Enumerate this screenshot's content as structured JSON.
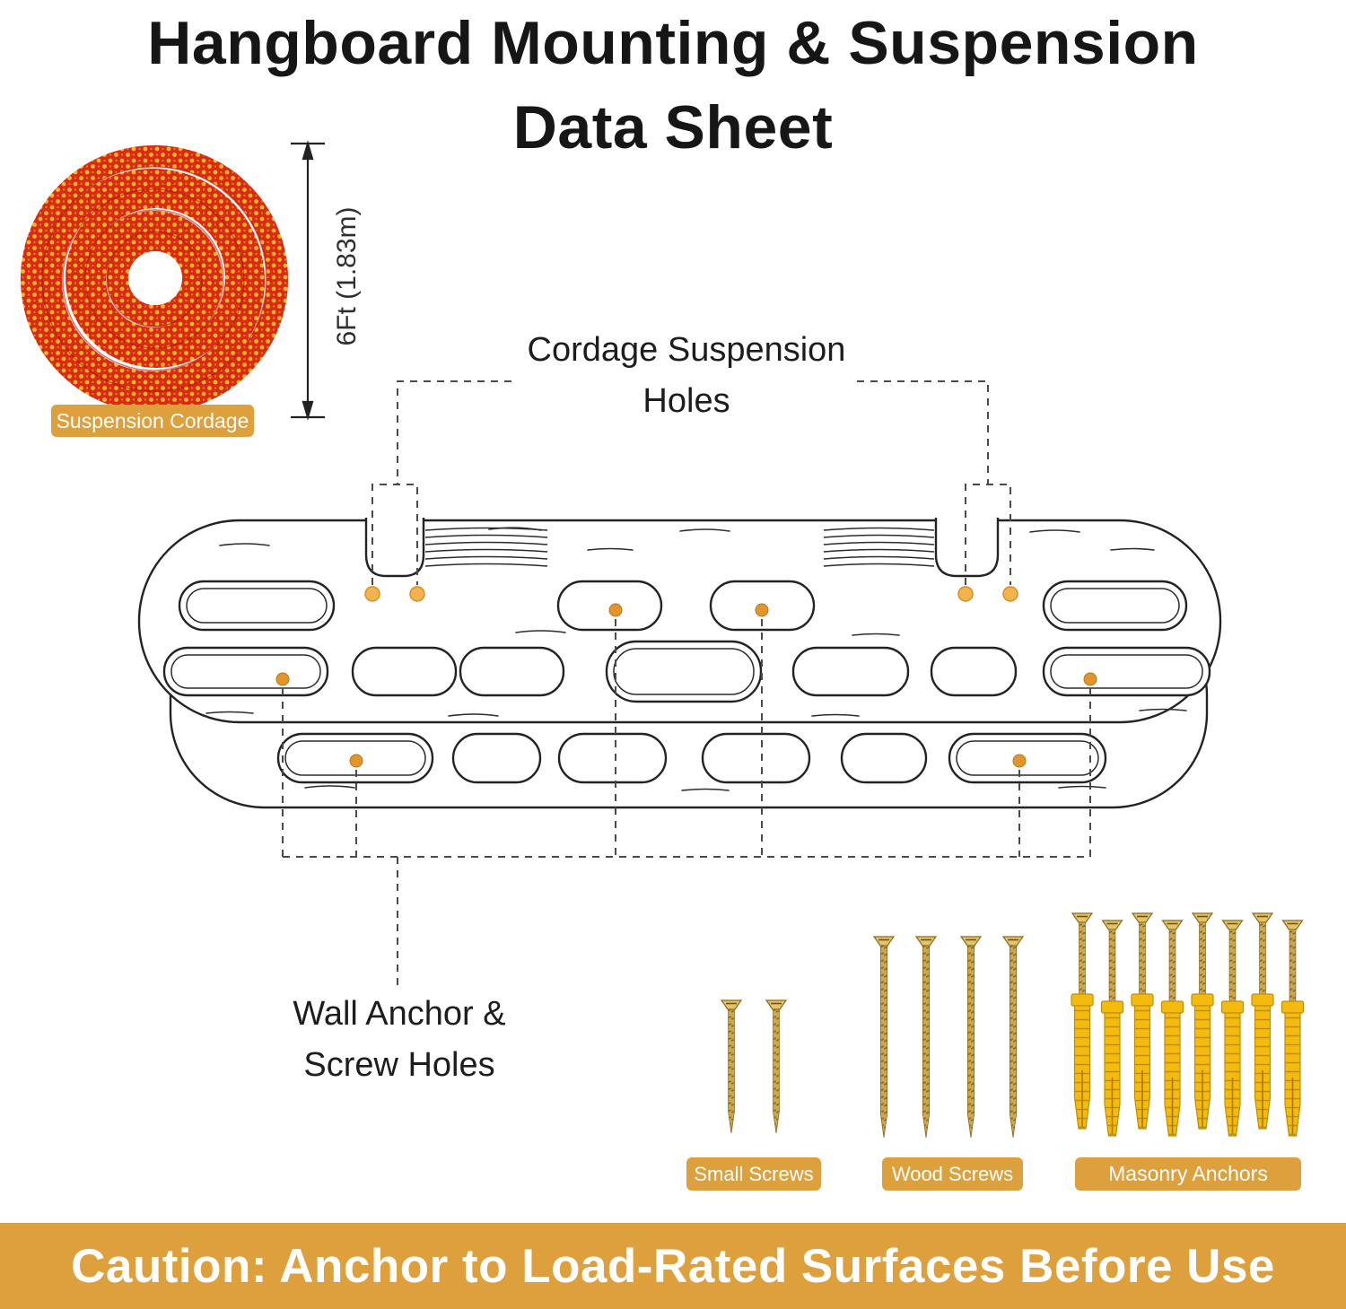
{
  "title": {
    "line1": "Hangboard Mounting & Suspension",
    "line2": "Data Sheet"
  },
  "cordage": {
    "badge": "Suspension Cordage",
    "length": "6Ft (1.83m)"
  },
  "annotations": {
    "cordage_holes": {
      "line1": "Cordage Suspension",
      "line2": "Holes"
    },
    "anchor_holes": {
      "line1": "Wall Anchor &",
      "line2": "Screw Holes"
    }
  },
  "hardware": {
    "small_screws": {
      "label": "Small Screws",
      "count": 2
    },
    "wood_screws": {
      "label": "Wood Screws",
      "count": 4
    },
    "masonry_anchors": {
      "label": "Masonry Anchors",
      "count": 8
    }
  },
  "caution": "Caution: Anchor to Load-Rated Surfaces Before Use",
  "colors": {
    "accent": "#dea03c",
    "rope_red": "#d92a12",
    "rope_fleck": "#f8b62c",
    "hole_dot": "#e2952b",
    "cord_dot": "#f3b34c",
    "anchor_yellow": "#f4bb0e",
    "screw_gold": "#cda84e",
    "outline": "#232323"
  }
}
